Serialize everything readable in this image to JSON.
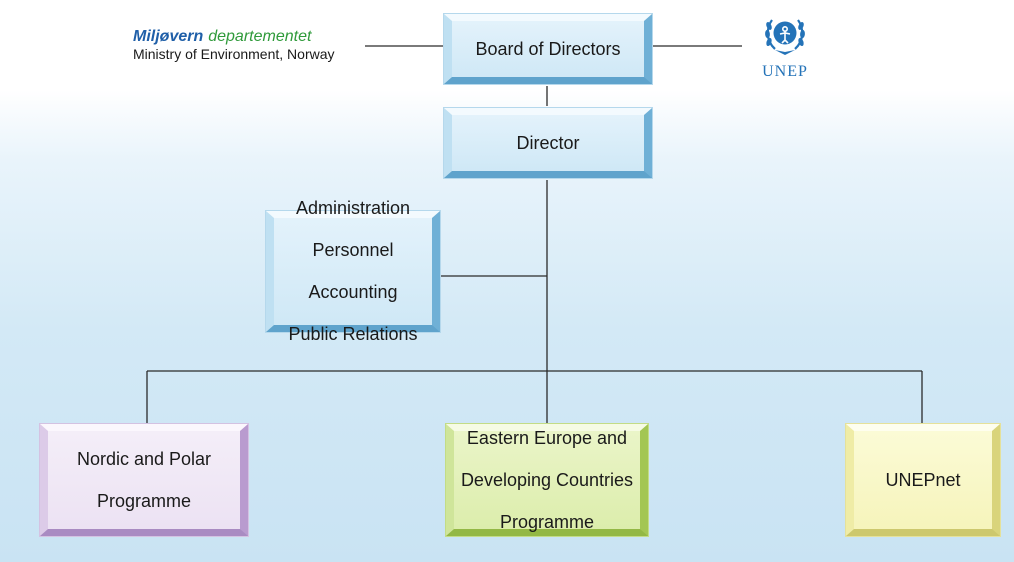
{
  "logos": {
    "ministry": {
      "brand_bold": "Miljøvern",
      "brand_dept": "departementet",
      "subtitle": "Ministry of Environment, Norway",
      "color_brand": "#1f5fa8",
      "color_dept": "#2f9a3a"
    },
    "unep": {
      "text": "UNEP",
      "emblem_icon": "un-laurel-emblem-icon",
      "color": "#2473b8"
    }
  },
  "boxes": {
    "board": "Board of Directors",
    "director": "Director",
    "admin": [
      "Administration",
      "Personnel",
      "Accounting",
      "Public Relations"
    ],
    "nordic": [
      "Nordic and Polar",
      "Programme"
    ],
    "eastern": [
      "Eastern Europe and",
      "Developing Countries",
      "Programme"
    ],
    "unepnet": "UNEPnet"
  },
  "colors": {
    "box_blue": "#d6ebf7",
    "box_lilac": "#efe6f5",
    "box_green": "#e2f0b6",
    "box_yellow": "#f8f6c4",
    "connector": "#2b2b2b"
  }
}
